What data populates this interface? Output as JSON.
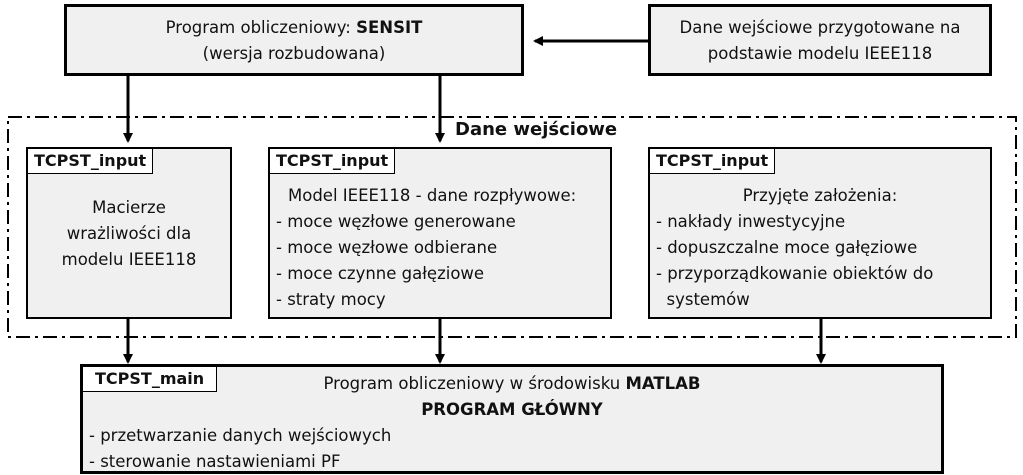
{
  "sensit": {
    "line1_prefix": "Program obliczeniowy: ",
    "line1_bold": "SENSIT",
    "line2": "(wersja rozbudowana)"
  },
  "dane_ieee": {
    "line1": "Dane wejściowe przygotowane na",
    "line2": "podstawie modelu IEEE118"
  },
  "group_label": "Dane wejściowe",
  "box_a": {
    "tag": "TCPST_input",
    "lines": [
      "Macierze",
      "wrażliwości dla",
      "modelu IEEE118"
    ]
  },
  "box_b": {
    "tag": "TCPST_input",
    "title": "Model IEEE118 - dane rozpływowe:",
    "items": [
      "- moce węzłowe generowane",
      "- moce węzłowe odbierane",
      "- moce czynne gałęziowe",
      "- straty mocy"
    ]
  },
  "box_c": {
    "tag": "TCPST_input",
    "title": "Przyjęte założenia:",
    "items": [
      "- nakłady inwestycyjne",
      "- dopuszczalne moce gałęziowe",
      "- przyporządkowanie obiektów do",
      "  systemów"
    ]
  },
  "main": {
    "tag": "TCPST_main",
    "line1_prefix": "Program obliczeniowy w środowisku ",
    "line1_bold": "MATLAB",
    "line2": "PROGRAM GŁÓWNY",
    "items": [
      "- przetwarzanie danych wejściowych",
      "- sterowanie nastawieniami PF"
    ]
  }
}
